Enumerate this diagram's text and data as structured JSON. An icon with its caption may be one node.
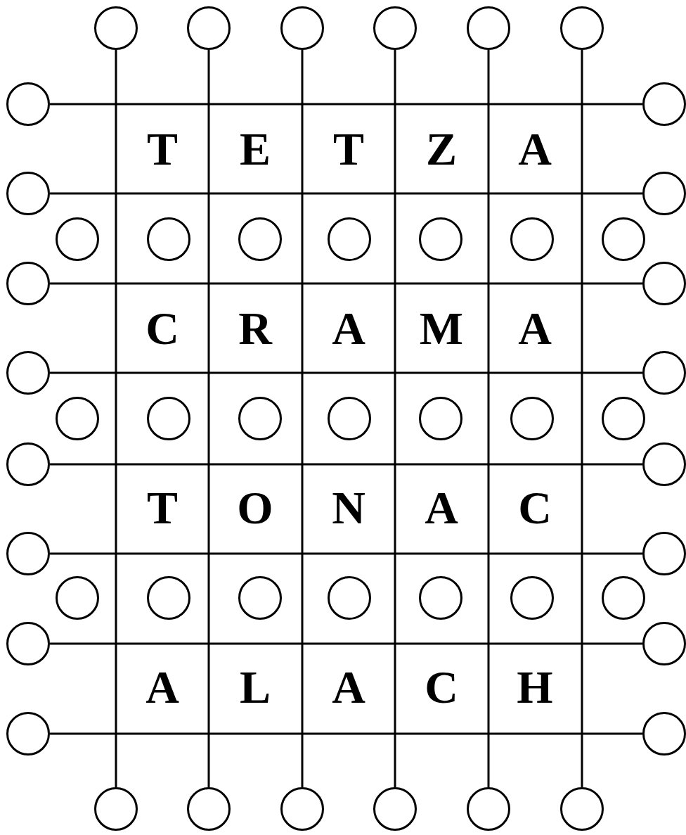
{
  "diagram": {
    "nodes": [
      {
        "text": [],
        "shape": "circle"
      },
      {
        "text": [],
        "shape": "circle"
      },
      {
        "text": [],
        "shape": "circle"
      },
      {
        "text": [],
        "shape": "circle"
      },
      {
        "text": [],
        "shape": "circle"
      },
      {
        "text": [],
        "shape": "circle"
      },
      {
        "text": [],
        "shape": "circle"
      },
      {
        "text": [],
        "shape": "circle"
      },
      {
        "text": [],
        "shape": "circle"
      },
      {
        "text": [],
        "shape": "circle"
      },
      {
        "text": [],
        "shape": "circle"
      },
      {
        "text": [],
        "shape": "circle"
      },
      {
        "text": [],
        "shape": "circle"
      },
      {
        "text": [],
        "shape": "circle"
      },
      {
        "text": [],
        "shape": "circle"
      },
      {
        "text": [],
        "shape": "circle"
      },
      {
        "text": [],
        "shape": "circle"
      },
      {
        "text": [],
        "shape": "circle"
      },
      {
        "text": [],
        "shape": "circle"
      },
      {
        "text": [],
        "shape": "circle"
      },
      {
        "text": [],
        "shape": "circle"
      },
      {
        "text": [],
        "shape": "circle"
      },
      {
        "text": [],
        "shape": "circle"
      },
      {
        "text": [],
        "shape": "circle"
      },
      {
        "text": [],
        "shape": "circle"
      },
      {
        "text": [],
        "shape": "circle"
      },
      {
        "text": [],
        "shape": "circle"
      },
      {
        "text": [],
        "shape": "circle"
      },
      {
        "text": [],
        "shape": "circle"
      },
      {
        "text": [],
        "shape": "circle"
      },
      {
        "text": [],
        "shape": "circle"
      },
      {
        "text": [],
        "shape": "circle"
      },
      {
        "text": [],
        "shape": "circle"
      },
      {
        "text": [],
        "shape": "circle"
      },
      {
        "text": [],
        "shape": "circle"
      },
      {
        "text": [],
        "shape": "circle"
      },
      {
        "text": [],
        "shape": "circle"
      },
      {
        "text": [],
        "shape": "circle"
      },
      {
        "text": [],
        "shape": "circle"
      },
      {
        "text": [],
        "shape": "circle"
      },
      {
        "text": [],
        "shape": "circle"
      },
      {
        "text": [],
        "shape": "circle"
      },
      {
        "text": [],
        "shape": "circle"
      },
      {
        "text": [],
        "shape": "circle"
      },
      {
        "text": [],
        "shape": "circle"
      },
      {
        "text": [],
        "shape": "circle"
      },
      {
        "text": [],
        "shape": "circle"
      },
      {
        "text": [],
        "shape": "circle"
      },
      {
        "text": [],
        "shape": "circle"
      }
    ],
    "edges": [
      {
        "from": 0,
        "to": 43,
        "arrow": "none"
      },
      {
        "from": 1,
        "to": 44,
        "arrow": "none"
      },
      {
        "from": 2,
        "to": 45,
        "arrow": "none"
      },
      {
        "from": 3,
        "to": 46,
        "arrow": "none"
      },
      {
        "from": 4,
        "to": 47,
        "arrow": "none"
      },
      {
        "from": 5,
        "to": 48,
        "arrow": "none"
      },
      {
        "from": 6,
        "to": 7,
        "arrow": "none"
      },
      {
        "from": 8,
        "to": 9,
        "arrow": "none"
      },
      {
        "from": 17,
        "to": 18,
        "arrow": "none"
      },
      {
        "from": 19,
        "to": 20,
        "arrow": "none"
      },
      {
        "from": 28,
        "to": 29,
        "arrow": "none"
      },
      {
        "from": 30,
        "to": 31,
        "arrow": "none"
      },
      {
        "from": 39,
        "to": 40,
        "arrow": "none"
      },
      {
        "from": 41,
        "to": 42,
        "arrow": "none"
      }
    ],
    "labels": [
      "T",
      "E",
      "T",
      "Z",
      "A",
      "C",
      "R",
      "A",
      "M",
      "A",
      "T",
      "O",
      "N",
      "A",
      "C",
      "A",
      "L",
      "A",
      "C",
      "H"
    ]
  }
}
